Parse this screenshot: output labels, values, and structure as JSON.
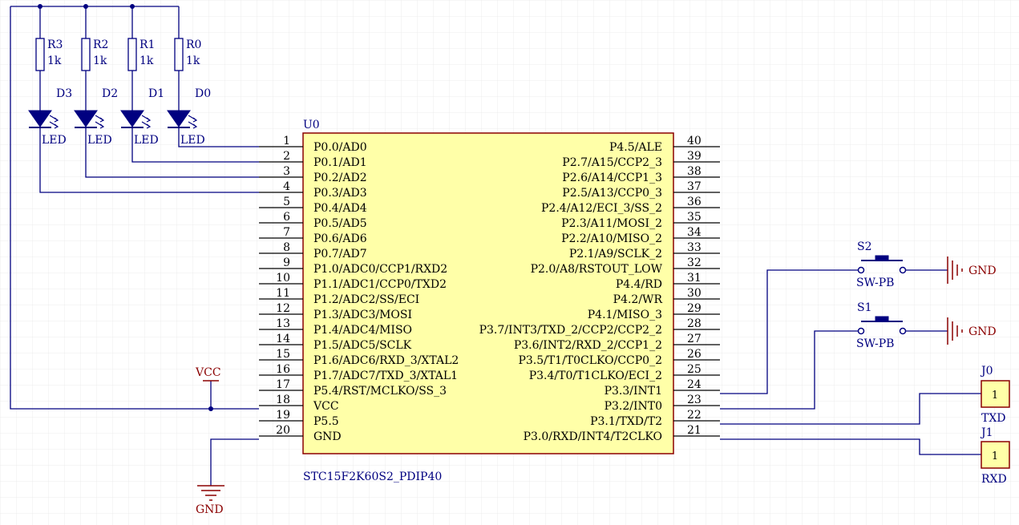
{
  "colors": {
    "background": "#ffffff",
    "grid": "#ececec",
    "wire": "#000080",
    "body_stroke": "#000080",
    "chip_fill": "#ffffa8",
    "chip_stroke": "#8b0000",
    "pin_line": "#000000",
    "pin_number": "#000000",
    "pin_name": "#000000",
    "part_text": "#000080",
    "power": "#8b0000",
    "junction": "#000080"
  },
  "chip": {
    "designator": "U0",
    "part_name": "STC15F2K60S2_PDIP40",
    "left_pins": [
      {
        "num": "1",
        "name": "P0.0/AD0"
      },
      {
        "num": "2",
        "name": "P0.1/AD1"
      },
      {
        "num": "3",
        "name": "P0.2/AD2"
      },
      {
        "num": "4",
        "name": "P0.3/AD3"
      },
      {
        "num": "5",
        "name": "P0.4/AD4"
      },
      {
        "num": "6",
        "name": "P0.5/AD5"
      },
      {
        "num": "7",
        "name": "P0.6/AD6"
      },
      {
        "num": "8",
        "name": "P0.7/AD7"
      },
      {
        "num": "9",
        "name": "P1.0/ADC0/CCP1/RXD2"
      },
      {
        "num": "10",
        "name": "P1.1/ADC1/CCP0/TXD2"
      },
      {
        "num": "11",
        "name": "P1.2/ADC2/SS/ECI"
      },
      {
        "num": "12",
        "name": "P1.3/ADC3/MOSI"
      },
      {
        "num": "13",
        "name": "P1.4/ADC4/MISO"
      },
      {
        "num": "14",
        "name": "P1.5/ADC5/SCLK"
      },
      {
        "num": "15",
        "name": "P1.6/ADC6/RXD_3/XTAL2"
      },
      {
        "num": "16",
        "name": "P1.7/ADC7/TXD_3/XTAL1"
      },
      {
        "num": "17",
        "name": "P5.4/RST/MCLKO/SS_3"
      },
      {
        "num": "18",
        "name": "VCC"
      },
      {
        "num": "19",
        "name": "P5.5"
      },
      {
        "num": "20",
        "name": "GND"
      }
    ],
    "right_pins": [
      {
        "num": "40",
        "name": "P4.5/ALE"
      },
      {
        "num": "39",
        "name": "P2.7/A15/CCP2_3"
      },
      {
        "num": "38",
        "name": "P2.6/A14/CCP1_3"
      },
      {
        "num": "37",
        "name": "P2.5/A13/CCP0_3"
      },
      {
        "num": "36",
        "name": "P2.4/A12/ECI_3/SS_2"
      },
      {
        "num": "35",
        "name": "P2.3/A11/MOSI_2"
      },
      {
        "num": "34",
        "name": "P2.2/A10/MISO_2"
      },
      {
        "num": "33",
        "name": "P2.1/A9/SCLK_2"
      },
      {
        "num": "32",
        "name": "P2.0/A8/RSTOUT_LOW"
      },
      {
        "num": "31",
        "name": "P4.4/RD"
      },
      {
        "num": "30",
        "name": "P4.2/WR"
      },
      {
        "num": "29",
        "name": "P4.1/MISO_3"
      },
      {
        "num": "28",
        "name": "P3.7/INT3/TXD_2/CCP2/CCP2_2"
      },
      {
        "num": "27",
        "name": "P3.6/INT2/RXD_2/CCP1_2"
      },
      {
        "num": "26",
        "name": "P3.5/T1/T0CLKO/CCP0_2"
      },
      {
        "num": "25",
        "name": "P3.4/T0/T1CLKO/ECI_2"
      },
      {
        "num": "24",
        "name": "P3.3/INT1"
      },
      {
        "num": "23",
        "name": "P3.2/INT0"
      },
      {
        "num": "22",
        "name": "P3.1/TXD/T2"
      },
      {
        "num": "21",
        "name": "P3.0/RXD/INT4/T2CLKO"
      }
    ]
  },
  "resistors": [
    {
      "ref": "R3",
      "value": "1k"
    },
    {
      "ref": "R2",
      "value": "1k"
    },
    {
      "ref": "R1",
      "value": "1k"
    },
    {
      "ref": "R0",
      "value": "1k"
    }
  ],
  "leds": [
    {
      "ref": "D3",
      "label": "LED"
    },
    {
      "ref": "D2",
      "label": "LED"
    },
    {
      "ref": "D1",
      "label": "LED"
    },
    {
      "ref": "D0",
      "label": "LED"
    }
  ],
  "switches": [
    {
      "ref": "S2",
      "label": "SW-PB",
      "gnd": "GND"
    },
    {
      "ref": "S1",
      "label": "SW-PB",
      "gnd": "GND"
    }
  ],
  "connectors": [
    {
      "ref": "J0",
      "pin": "1",
      "net": "TXD"
    },
    {
      "ref": "J1",
      "pin": "1",
      "net": "RXD"
    }
  ],
  "power": {
    "vcc": "VCC",
    "gnd": "GND"
  }
}
